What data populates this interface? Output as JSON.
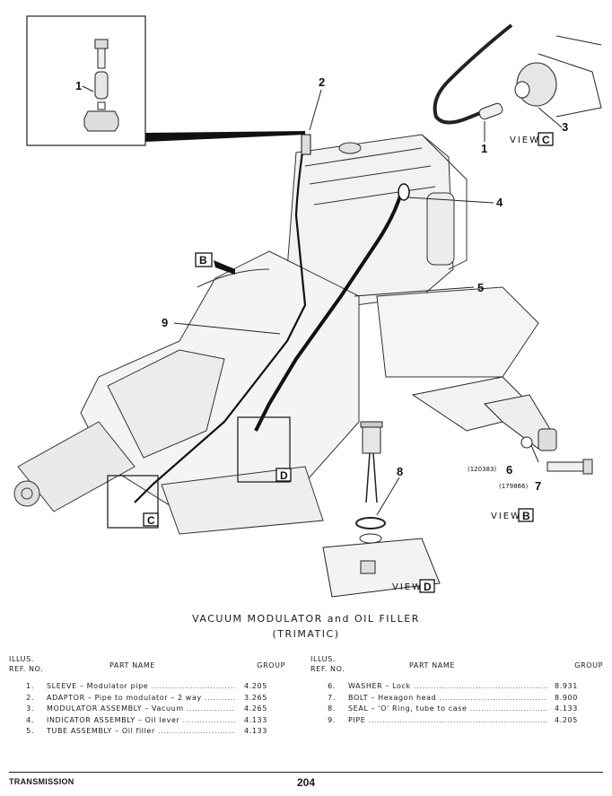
{
  "diagram": {
    "callouts": [
      "1",
      "2",
      "3",
      "4",
      "5",
      "6",
      "7",
      "8",
      "9"
    ],
    "callouts_view": {
      "c1": "1",
      "c3": "3"
    },
    "view_word": "VIEW",
    "view_letters": [
      "B",
      "C",
      "D"
    ],
    "part_numbers": {
      "p6": "(120383)",
      "p7": "(179866)"
    }
  },
  "title": {
    "line1": "VACUUM MODULATOR and OIL FILLER",
    "line2": "(TRIMATIC)"
  },
  "table": {
    "headers": {
      "ref_line1": "ILLUS.",
      "ref_line2": "REF. NO.",
      "part": "PART NAME",
      "group": "GROUP"
    },
    "left_rows": [
      {
        "n": "1.",
        "name": "SLEEVE – Modulator pipe",
        "group": "4.205"
      },
      {
        "n": "2.",
        "name": "ADAPTOR – Pipe to modulator – 2 way",
        "group": "3.265"
      },
      {
        "n": "3.",
        "name": "MODULATOR ASSEMBLY – Vacuum",
        "group": "4.265"
      },
      {
        "n": "4.",
        "name": "INDICATOR ASSEMBLY – Oil lever",
        "group": "4.133"
      },
      {
        "n": "5.",
        "name": "TUBE ASSEMBLY – Oil filler",
        "group": "4.133"
      }
    ],
    "right_rows": [
      {
        "n": "6.",
        "name": "WASHER – Lock",
        "group": "8.931"
      },
      {
        "n": "7.",
        "name": "BOLT – Hexagon head",
        "group": "8.900"
      },
      {
        "n": "8.",
        "name": "SEAL – 'O' Ring, tube to case",
        "group": "4.133"
      },
      {
        "n": "9.",
        "name": "PIPE",
        "group": "4.205"
      }
    ]
  },
  "footer": {
    "section": "TRANSMISSION",
    "page": "204"
  }
}
